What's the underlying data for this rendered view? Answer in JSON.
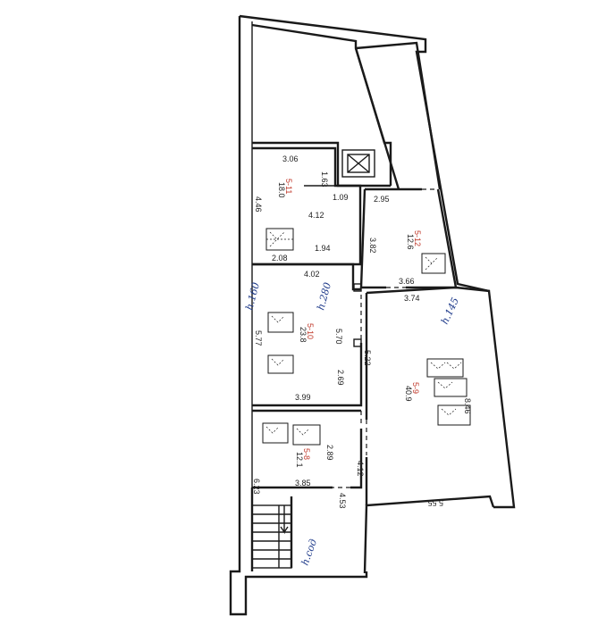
{
  "rooms": [
    {
      "id": "11",
      "number": "5-11",
      "area": "18.0"
    },
    {
      "id": "12",
      "number": "5-12",
      "area": "12.6"
    },
    {
      "id": "10",
      "number": "5-10",
      "area": "23.8"
    },
    {
      "id": "9",
      "number": "5-9",
      "area": "40.9"
    },
    {
      "id": "8",
      "number": "5-8",
      "area": "12.1"
    }
  ],
  "dimensions": {
    "d306": "3.06",
    "d163": "1.63",
    "d446": "4.46",
    "d412a": "4.12",
    "d109": "1.09",
    "d194": "1.94",
    "d208": "2.08",
    "d295": "2.95",
    "d382": "3.82",
    "d366": "3.66",
    "d402": "4.02",
    "d374": "3.74",
    "d570": "5.70",
    "d577": "5.77",
    "d522": "5.22",
    "d269": "2.69",
    "d399": "3.99",
    "d846": "8.46",
    "d289": "2.89",
    "d385": "3.85",
    "d623": "6.23",
    "d453": "4.53",
    "d412b": "4.12",
    "d555": "5.55"
  },
  "handwritten": {
    "h160": "h.160",
    "h280": "h.280",
    "h145": "h.145",
    "hnote": "h.сод"
  },
  "colors": {
    "wall": "#1a1a1a",
    "room_number": "#c0392b",
    "handwriting": "#1e3a8a"
  }
}
